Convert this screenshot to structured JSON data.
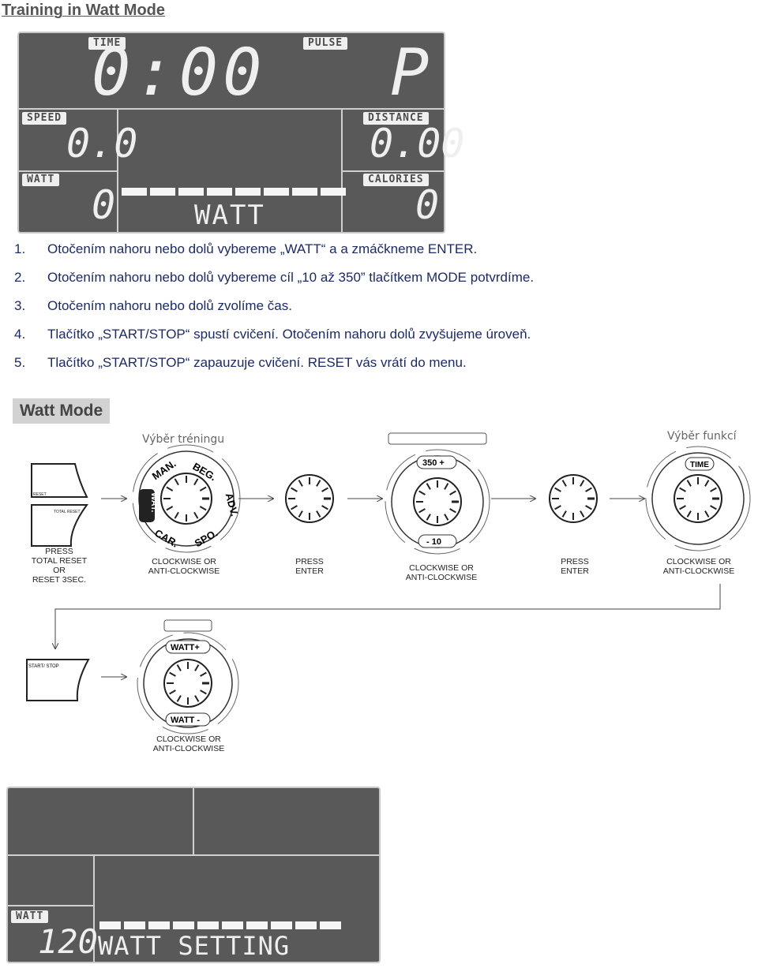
{
  "page_title": "Training in Watt Mode",
  "lcd_top": {
    "time_label": "TIME",
    "time_value": "0:00",
    "pulse_label": "PULSE",
    "pulse_value": "P",
    "speed_label": "SPEED",
    "speed_value": "0.0",
    "distance_label": "DISTANCE",
    "distance_value": "0.00",
    "watt_label": "WATT",
    "watt_value": "0",
    "calories_label": "CALORIES",
    "calories_value": "0",
    "center_text": "WATT",
    "bar_segments": 8
  },
  "steps": [
    {
      "num": "1.",
      "text": "Otočením nahoru nebo dolů vybereme „WATT“ a a zmáčkneme ENTER."
    },
    {
      "num": "2.",
      "text": "Otočením nahoru nebo dolů vybereme cíl „10 až 350” tlačítkem MODE potvrdíme."
    },
    {
      "num": "3.",
      "text": "Otočením nahoru nebo dolů zvolíme čas."
    },
    {
      "num": "4.",
      "text": "Tlačítko „START/STOP“ spustí cvičení. Otočením nahoru dolů zvyšujeme úroveň."
    },
    {
      "num": "5.",
      "text": "Tlačítko „START/STOP“ zapauzuje cvičení. RESET vás vrátí do menu."
    }
  ],
  "section_title": "Watt Mode",
  "diagram": {
    "label_training": "Výběr tréningu",
    "label_function": "Výběr funkcí",
    "reset_btn": "RESET",
    "total_reset_btn": "TOTAL RESET",
    "start_stop_btn": "START/ STOP",
    "dial_modes": [
      "MAN.",
      "BEG.",
      "ADV.",
      "SPO.",
      "CAR.",
      "WAT."
    ],
    "dial_plus_350": "350 +",
    "dial_minus_10": "- 10",
    "dial_time": "TIME",
    "dial_watt_plus": "WATT+",
    "dial_watt_minus": "WATT -",
    "cap_reset": "PRESS\nTOTAL RESET\nOR\nRESET 3SEC.",
    "cap_cw1": "CLOCKWISE OR\nANTI-CLOCKWISE",
    "cap_enter1": "PRESS\nENTER",
    "cap_cw2": "CLOCKWISE OR\nANTI-CLOCKWISE",
    "cap_enter2": "PRESS\nENTER",
    "cap_cw3": "CLOCKWISE OR\nANTI-CLOCKWISE",
    "cap_cw4": "CLOCKWISE OR\nANTI-CLOCKWISE"
  },
  "lcd_bottom": {
    "watt_label": "WATT",
    "watt_value": "120",
    "center_text": "WATT SETTING",
    "bar_segments": 10
  }
}
